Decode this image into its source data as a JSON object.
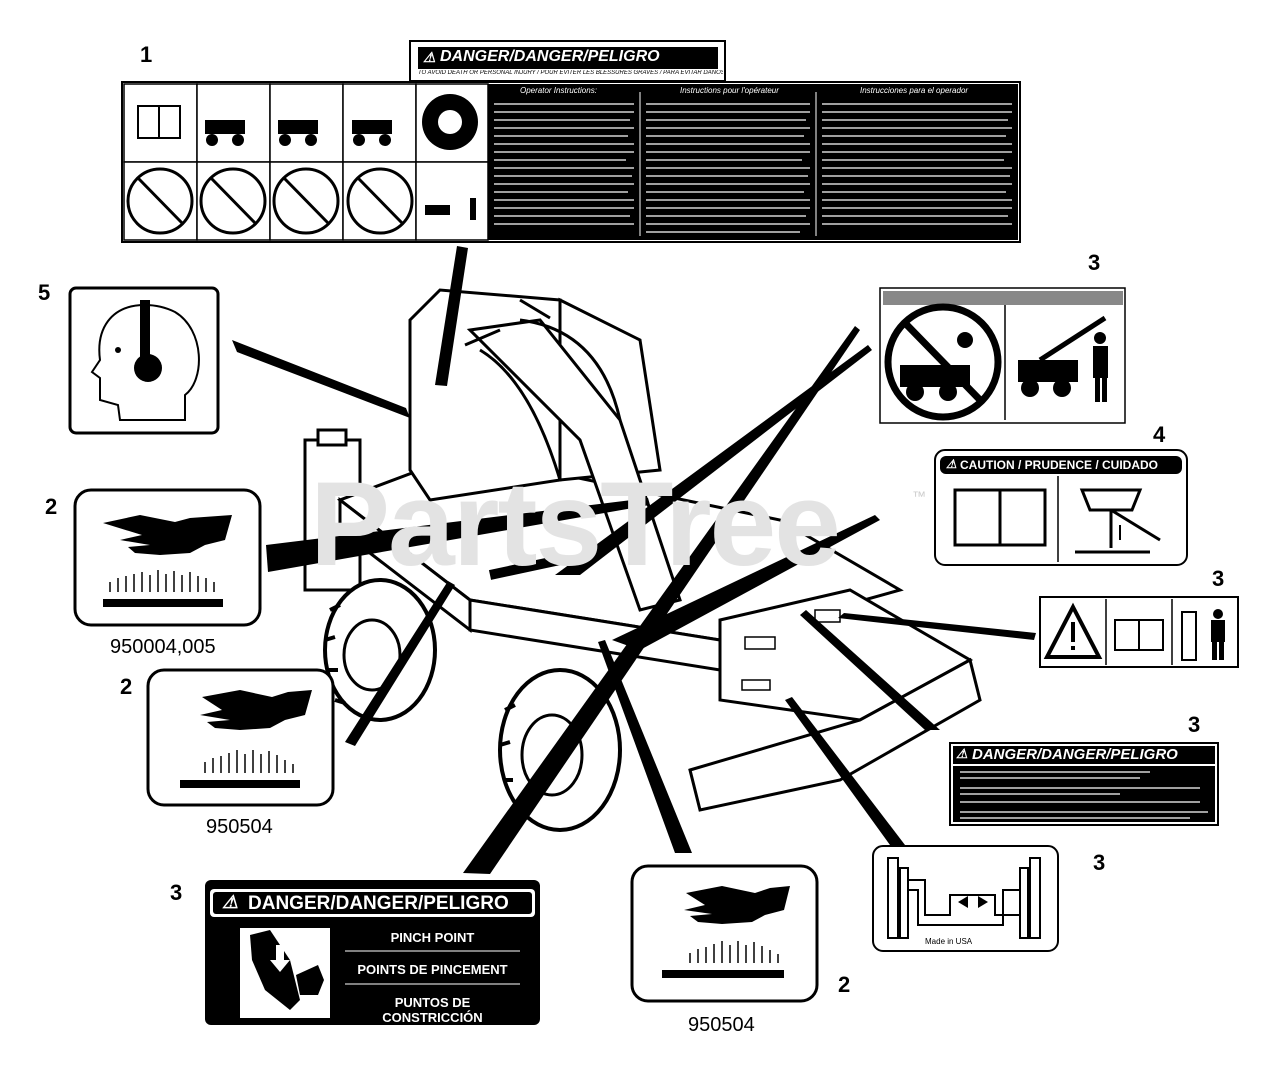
{
  "watermark": "PartsTree",
  "trademark": "™",
  "callouts": {
    "c1": "1",
    "c2a": "2",
    "c2b": "2",
    "c2c": "2",
    "c3a": "3",
    "c3b": "3",
    "c3c": "3",
    "c3d": "3",
    "c3e": "3",
    "c4": "4",
    "c5": "5"
  },
  "part_numbers": {
    "p1": "950004,005",
    "p2": "950504",
    "p3": "950504"
  },
  "decal1": {
    "banner": "DANGER/DANGER/PELIGRO",
    "subline": "TO AVOID DEATH OR PERSONAL INJURY / POUR ÉVITER LES BLESSURES GRAVES / PARA EVITAR DAÑOS SERIOS",
    "col1_title": "Operator Instructions:",
    "col2_title": "Instructions pour l'opérateur",
    "col3_title": "Instrucciones para el operador"
  },
  "decal_caution": {
    "banner": "CAUTION / PRUDENCE / CUIDADO"
  },
  "decal_danger_small": {
    "banner": "DANGER/DANGER/PELIGRO"
  },
  "decal_pinch": {
    "banner": "DANGER/DANGER/PELIGRO",
    "line1": "PINCH POINT",
    "line2": "POINTS DE PINCEMENT",
    "line3": "PUNTOS DE CONSTRICCIÓN"
  },
  "decal_hydraulic": {
    "note": "Made in USA"
  }
}
